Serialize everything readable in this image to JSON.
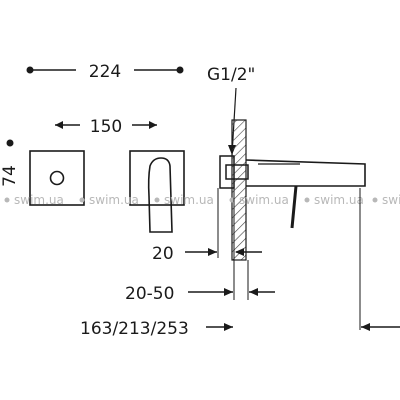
{
  "dimensions": {
    "overall_width": "224",
    "plate_width": "150",
    "plate_height": "74",
    "thread": "G1/2\"",
    "depth_20": "20",
    "range_20_50": "20-50",
    "spout_length": "163/213/253"
  },
  "watermark": {
    "text": "swim.ua",
    "edge_text": "swi"
  },
  "colors": {
    "ink": "#1a1a1a",
    "watermark": "#b8b8b8",
    "hatch": "#444444"
  }
}
